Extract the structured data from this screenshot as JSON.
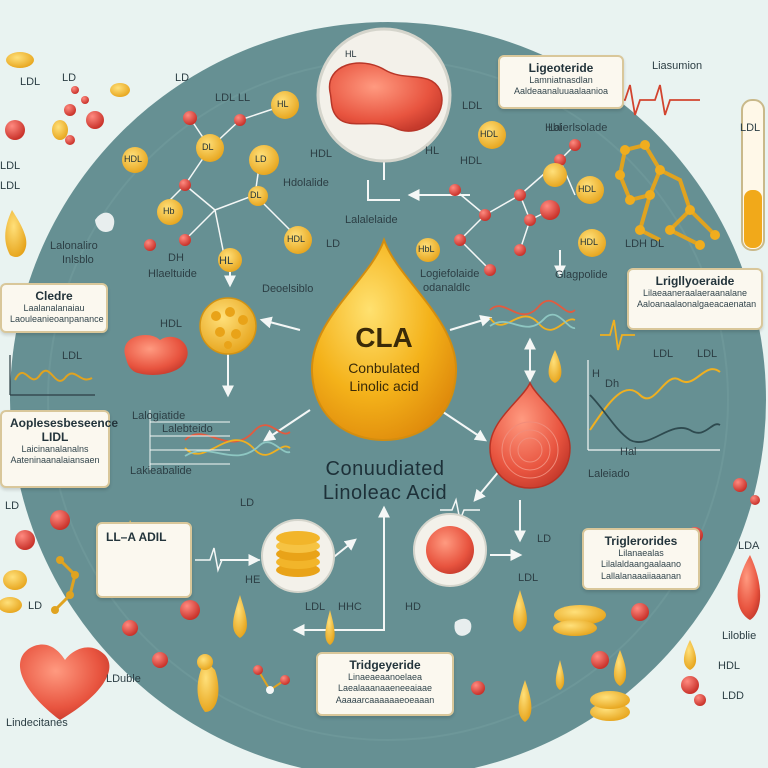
{
  "center": {
    "drop_abbrev": "CLA",
    "drop_line1": "Conbulated",
    "drop_line2": "Linolic acid",
    "title_line1": "Conuudiated",
    "title_line2": "Linoleac Acid"
  },
  "boxes": {
    "top_right": {
      "title": "Ligeoteride",
      "line1": "Lamniatnasdlan",
      "line2": "Aaldeaanaluuaalaanioa"
    },
    "left_upper": {
      "title": "Cledre",
      "line1": "Laalanalanaiau",
      "line2": "Laouleanieoanpanance"
    },
    "left_lower": {
      "title": "Aoplesesbeseence",
      "subtitle": "LIDL",
      "line1": "Laicinanalanalns",
      "line2": "Aateninaanalaiansaen"
    },
    "right_upper": {
      "title": "Lrigllyoeraide",
      "line1": "Lilaeaaneraalaeraanalane",
      "line2": "Aaloanaalaonalgaeacaenatan"
    },
    "right_lower": {
      "title": "Triglerorides",
      "line1": "Lilanaealas",
      "line2": "Lilalaldaangaalaano",
      "line3": "Lallalanaaaiiaaanan"
    },
    "bottom_left": {
      "title": "LL–A ADIL"
    },
    "bottom_center": {
      "title": "Tridgeyeride",
      "line1": "Linaeaeaanoelaea",
      "line2": "Laealaaanaaeneeaiaae",
      "line3": "Aaaaarcaaaaaaeoeaaan"
    }
  },
  "labels": {
    "t1": "HL",
    "t2": "LDL LL",
    "t3": "HL",
    "t4": "HDL",
    "t5": "DL",
    "t6": "LD",
    "t7": "Hb",
    "t8": "DL",
    "t9": "HDL",
    "t10": "HL",
    "t11": "HL",
    "t12": "HDL",
    "t13": "LDL",
    "t14": "HDL",
    "t15": "Hbl",
    "t16": "HDL",
    "t17": "HDL",
    "t18": "LDH DL",
    "t19": "HDL",
    "t20": "LD",
    "t21": "HbL",
    "h1": "Hdolalide",
    "h2": "Lalalelaide",
    "h3": "DH",
    "h4": "Hlaeltuide",
    "h5": "Deoelsiblo",
    "h6": "Logiefolaide",
    "h7": "odanaldlc",
    "h8": "Glagpolide",
    "h9": "Laierlsolade",
    "h10": "Liasumion",
    "h11": "Lalogiatide",
    "h12": "Lakieabalide",
    "l1": "LDL",
    "l2": "LDL",
    "l3": "Lalonaliro",
    "l4": "Inlsblo",
    "l5": "HDL",
    "l6": "LDL",
    "l7": "LDL",
    "l8": "Lalebteido",
    "l9": "LD",
    "l10": "HE",
    "l11": "LDL",
    "l12": "HHC",
    "l13": "HD",
    "l14": "LDL",
    "l15": "LD",
    "l16": "LDL",
    "l17": "Dh",
    "l18": "H",
    "l19": "Hal",
    "l20": "LDL",
    "l21": "Laleiado",
    "l22": "LDA",
    "l23": "Liloblie",
    "l24": "HDL",
    "l25": "LDD",
    "l26": "LDuble",
    "l27": "Lindecitanes",
    "l28": "LD",
    "l29": "LD",
    "l30": "LDL",
    "l31": "LD",
    "l32": "LD"
  },
  "colors": {
    "background": "#e9f3f1",
    "circle": "#5f8a8d",
    "drop": "#f2b418",
    "red": "#e85a4a",
    "gold": "#f4b52a",
    "box_border": "#d9c79a"
  }
}
